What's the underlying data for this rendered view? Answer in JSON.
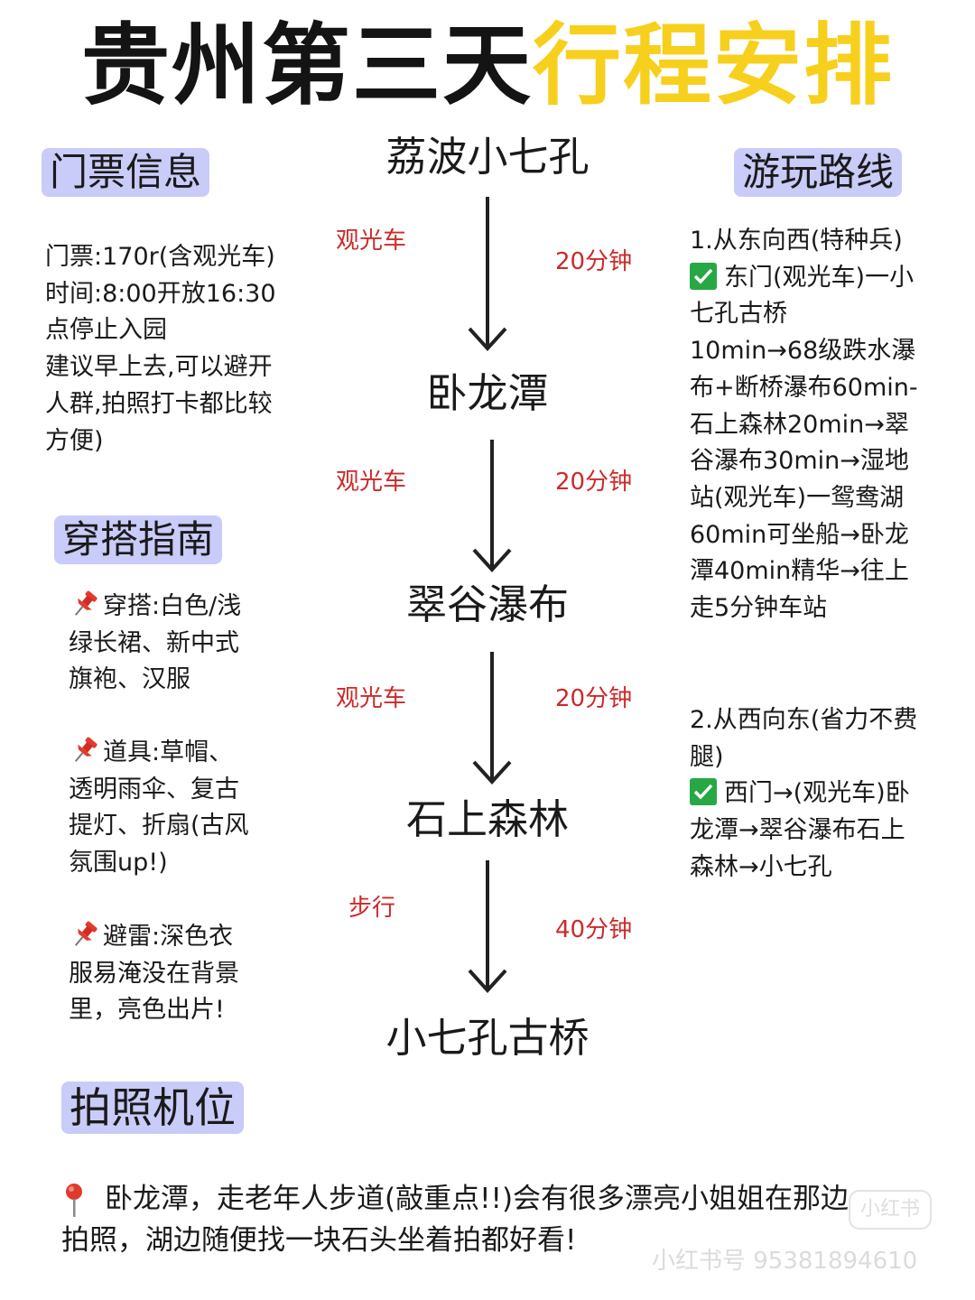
{
  "title": {
    "part1": "贵州第三天",
    "part2": "行程安排"
  },
  "sections": {
    "tickets": {
      "label": "门票信息",
      "lines": [
        "门票:170r(含观光车)",
        "时间:8:00开放16:30",
        "点停止入园",
        "建议早上去,可以避开",
        "人群,拍照打卡都比较",
        "方便)"
      ]
    },
    "outfit": {
      "label": "穿搭指南",
      "groups": [
        {
          "lines": [
            "穿搭:白色/浅",
            "绿长裙、新中式",
            "旗袍、汉服"
          ]
        },
        {
          "lines": [
            "道具:草帽、",
            "透明雨伞、复古",
            "提灯、折扇(古风",
            "氛围up!)"
          ]
        },
        {
          "lines": [
            "避雷:深色衣",
            "服易淹没在背景",
            "里，亮色出片!"
          ]
        }
      ]
    },
    "photo": {
      "label": "拍照机位",
      "lines": [
        "卧龙潭，走老年人步道(敲重点!!)会有很多漂亮小姐姐在那边",
        "拍照，湖边随便找一块石头坐着拍都好看!"
      ]
    },
    "route": {
      "label": "游玩路线",
      "plan1": [
        "1.从东向西(特种兵)",
        "东门(观光车)一小",
        "七孔古桥",
        "10min→68级跌水瀑",
        "布+断桥瀑布60min-",
        "石上森林20min→翠",
        "谷瀑布30min→湿地",
        "站(观光车)一鸳鸯湖",
        "60min可坐船→卧龙",
        "潭40min精华→往上",
        "走5分钟车站"
      ],
      "plan2": [
        "2.从西向东(省力不费",
        "腿)",
        "西门→(观光车)卧",
        "龙潭→翠谷瀑布石上",
        "森林→小七孔"
      ]
    }
  },
  "flow": {
    "nodes": [
      "荔波小七孔",
      "卧龙潭",
      "翠谷瀑布",
      "石上森林",
      "小七孔古桥"
    ],
    "legs": [
      {
        "mode": "观光车",
        "duration": "20分钟"
      },
      {
        "mode": "观光车",
        "duration": "20分钟"
      },
      {
        "mode": "观光车",
        "duration": "20分钟"
      },
      {
        "mode": "步行",
        "duration": "40分钟"
      }
    ]
  },
  "watermark": {
    "logo": "小红书",
    "id": "小红书号 95381894610"
  },
  "colors": {
    "accent_yellow": "#f7cf1d",
    "pill_bg": "#c9cbf8",
    "red_text": "#cc2a2a",
    "check_green": "#27a844"
  }
}
